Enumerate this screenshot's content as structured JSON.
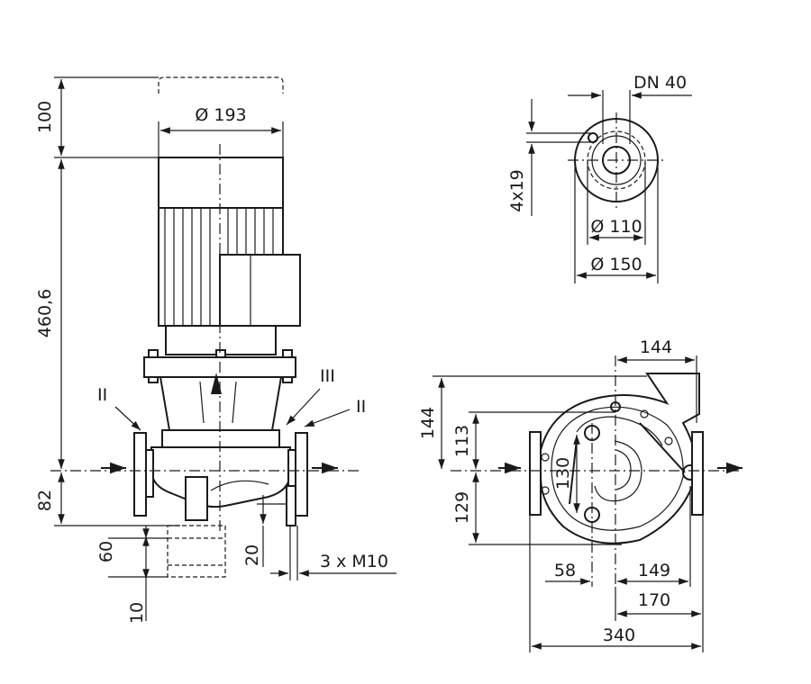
{
  "side_view": {
    "dims": {
      "motor_clearance": "100",
      "motor_diameter": "Ø 193",
      "total_height": "460,6",
      "flange_axis_height": "82",
      "base_block_height": "60",
      "base_step": "10",
      "foot_height": "20",
      "foot_bolts": "3 x M10"
    },
    "markers": {
      "left": "II",
      "top": "III",
      "right": "II"
    }
  },
  "flange_view": {
    "dims": {
      "nominal": "DN 40",
      "bolt_holes": "4x19",
      "pitch_circle": "Ø 110",
      "outer_diameter": "Ø 150"
    }
  },
  "plan_view": {
    "dims": {
      "top_width": "144",
      "depth_top": "144",
      "depth_mid": "113",
      "bolt_spacing": "130",
      "depth_bottom": "129",
      "left_offset": "58",
      "right_offset_1": "149",
      "right_offset_2": "170",
      "total_width": "340"
    }
  }
}
